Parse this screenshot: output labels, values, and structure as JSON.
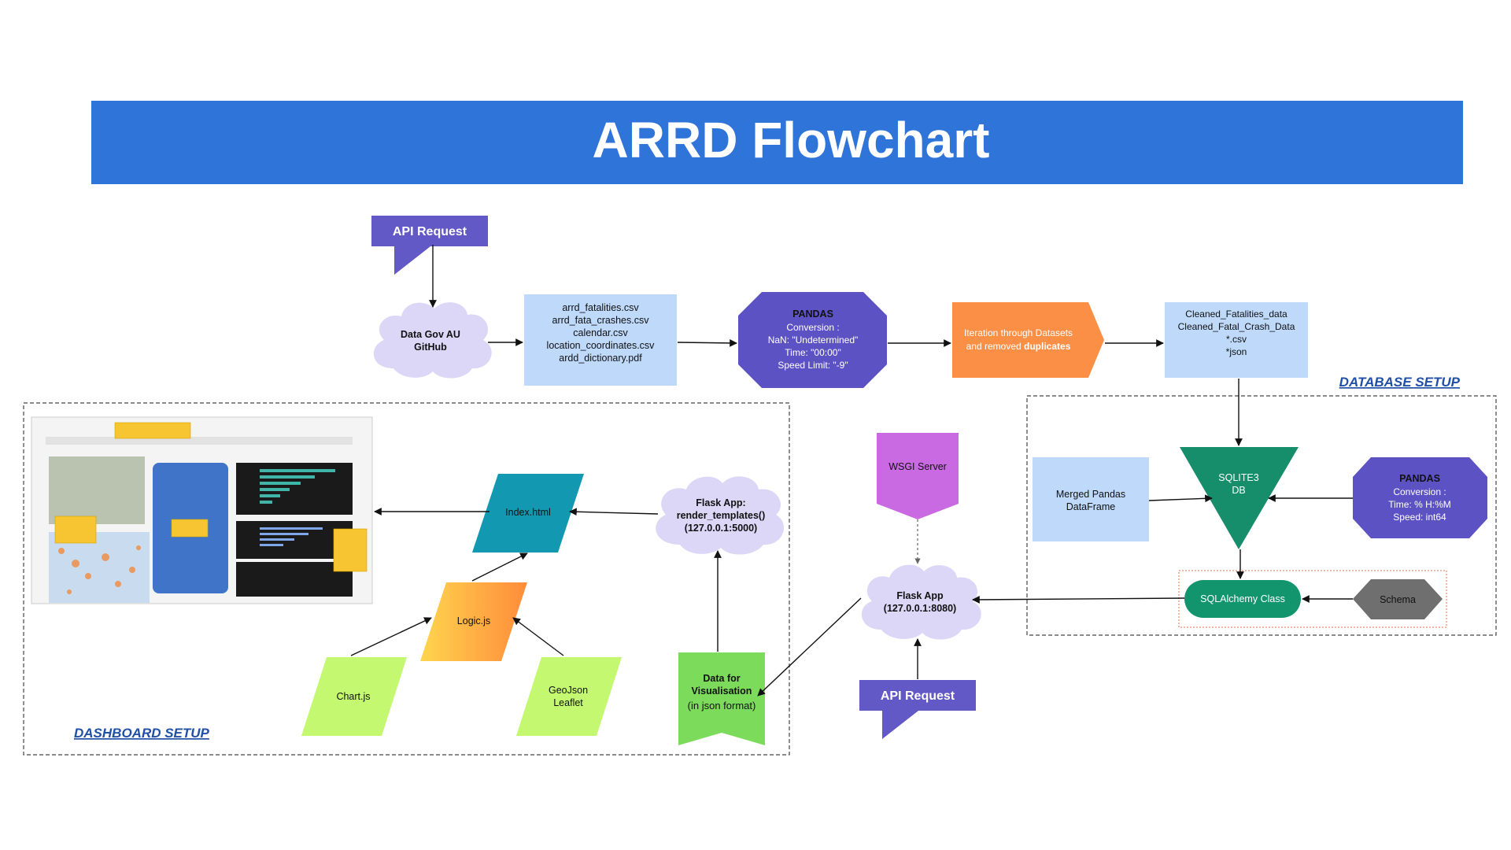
{
  "title": "ARRD Flowchart",
  "colors": {
    "title_bar": "#2F74D9",
    "api_request": "#6258C6",
    "cloud": "#DCD6F7",
    "file_box": "#BED9FA",
    "pandas": "#5D52C4",
    "iteration": "#FB8F45",
    "sqlite": "#168E6C",
    "sqlalchemy": "#12956D",
    "schema": "#6F6F6F",
    "wsgi": "#C96AE3",
    "index_html": "#1298B0",
    "logic_from": "#FFD54F",
    "logic_to": "#FF8C3A",
    "chartjs": "#C3F870",
    "data_vis": "#7DDB5C",
    "section_label": "#1F4FA6"
  },
  "nodes": {
    "api_request_top": "API Request",
    "data_gov": [
      "Data Gov AU",
      "GitHub"
    ],
    "source_files": [
      "arrd_fatalities.csv",
      "arrd_fata_crashes.csv",
      "calendar.csv",
      "location_coordinates.csv",
      "ardd_dictionary.pdf"
    ],
    "pandas_conversion": {
      "title": "PANDAS",
      "lines": [
        "Conversion :",
        "NaN: \"Undetermined\"",
        "Time: \"00:00\"",
        "Speed Limit: \"-9\""
      ]
    },
    "iteration": {
      "line1": "Iteration through Datasets",
      "line2_prefix": "and removed ",
      "line2_bold": "duplicates"
    },
    "cleaned_files": [
      "Cleaned_Fatalities_data",
      "Cleaned_Fatal_Crash_Data",
      "*.csv",
      "*json"
    ],
    "sqlite_db": [
      "SQLITE3",
      "DB"
    ],
    "merged_df": [
      "Merged Pandas",
      "DataFrame"
    ],
    "pandas_time": {
      "title": "PANDAS",
      "lines": [
        "Conversion :",
        "Time: % H:%M",
        "Speed: int64"
      ]
    },
    "sqlalchemy": "SQLAlchemy Class",
    "schema": "Schema",
    "wsgi": "WSGI Server",
    "flask_8080": [
      "Flask App",
      "(127.0.0.1:8080)"
    ],
    "api_request_bottom": "API Request",
    "flask_5000": [
      "Flask App:",
      "render_templates()",
      "(127.0.0.1:5000)"
    ],
    "index_html": "Index.html",
    "logic_js": "Logic.js",
    "chart_js": "Chart.js",
    "geojson": [
      "GeoJson",
      "Leaflet"
    ],
    "data_vis": {
      "bold_lines": [
        "Data for",
        "Visualisation"
      ],
      "normal_line": "(in json format)"
    }
  },
  "sections": {
    "database": "DATABASE SETUP",
    "dashboard": "DASHBOARD SETUP"
  }
}
